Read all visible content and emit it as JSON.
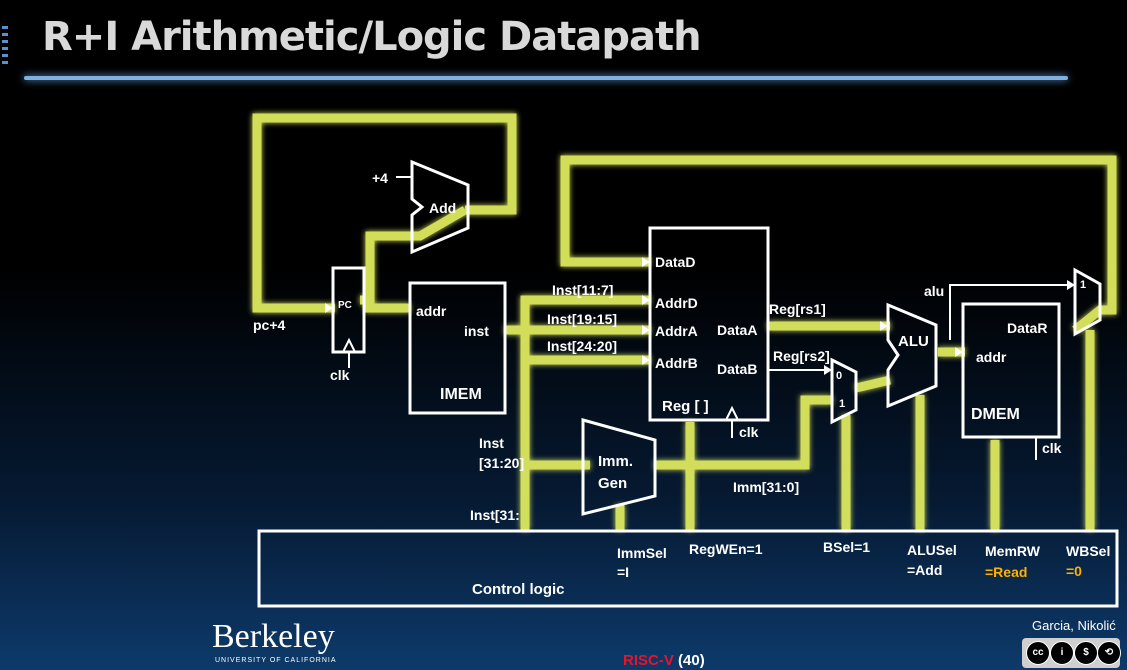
{
  "slide": {
    "title": "R+I Arithmetic/Logic Datapath",
    "footer_prefix": "RISC-V",
    "footer_page": "(40)",
    "authors": "Garcia, Nikolić",
    "logo_text": "Berkeley",
    "logo_subtext": "UNIVERSITY OF CALIFORNIA"
  },
  "colors": {
    "wire_highlight": "#e4f060",
    "wire_glow": "#b8d42a",
    "block_stroke": "#ffffff",
    "title": "#d9d9d9",
    "title_rule": "#7fb2e0",
    "accent_orange": "#ffb000",
    "accent_red": "#e8142b"
  },
  "blocks": {
    "adder": "Add",
    "pc": "PC",
    "imem": {
      "name": "IMEM",
      "addr": "addr",
      "inst": "inst"
    },
    "regfile": {
      "name": "Reg [ ]",
      "data_d": "DataD",
      "addr_d": "AddrD",
      "addr_a": "AddrA",
      "addr_b": "AddrB",
      "data_a": "DataA",
      "data_b": "DataB",
      "clk": "clk"
    },
    "immgen": {
      "line1": "Imm.",
      "line2": "Gen"
    },
    "alu": "ALU",
    "dmem": {
      "name": "DMEM",
      "addr": "addr",
      "data_r": "DataR",
      "clk": "clk"
    },
    "bsel_mux": {
      "in0": "0",
      "in1": "1"
    },
    "wb_mux": {
      "in1": "1"
    },
    "control": "Control logic"
  },
  "labels": {
    "plus4": "+4",
    "pc_plus4": "pc+4",
    "pc_clk": "clk",
    "inst_11_7": "Inst[11:7]",
    "inst_19_15": "Inst[19:15]",
    "inst_24_20": "Inst[24:20]",
    "inst_31_20_line1": "Inst",
    "inst_31_20_line2": "[31:20]",
    "inst_31_bottom": "Inst[31:",
    "reg_rs1": "Reg[rs1]",
    "reg_rs2": "Reg[rs2]",
    "imm_31_0": "Imm[31:0]",
    "alu_out": "alu"
  },
  "control_signals": {
    "immsel_line1": "ImmSel",
    "immsel_line2": "=I",
    "regwen": "RegWEn=1",
    "bsel": "BSel=1",
    "alusel_line1": "ALUSel",
    "alusel_line2": "=Add",
    "memrw_line1": "MemRW",
    "memrw_line2": "=Read",
    "wbsel_line1": "WBSel",
    "wbsel_line2": "=0"
  }
}
